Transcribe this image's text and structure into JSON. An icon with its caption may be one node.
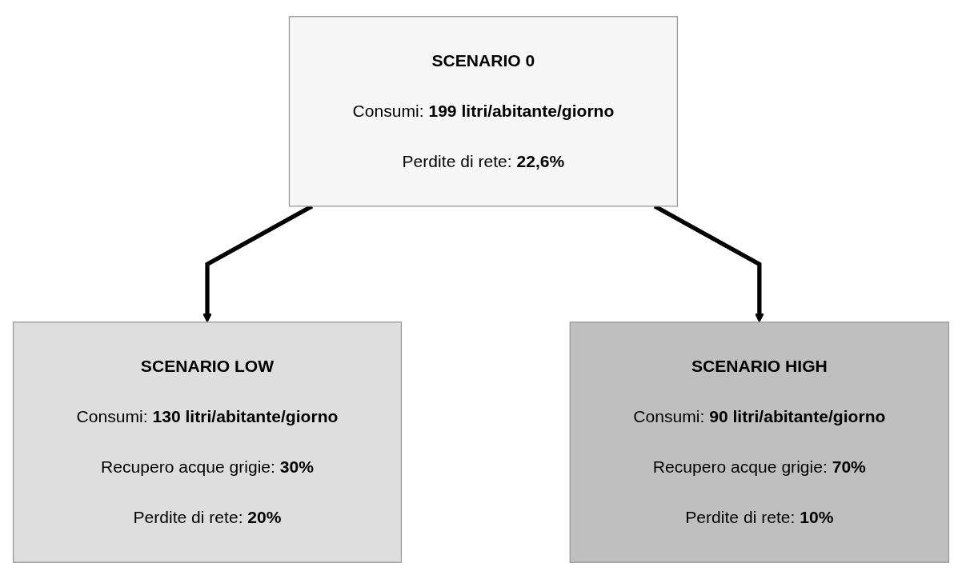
{
  "diagram": {
    "nodes": [
      {
        "text": [
          "SCENARIO 0",
          "Consumi: **199 litri/abitante/giorno**",
          "Perdite di rete: **22,6%**"
        ]
      },
      {
        "text": [
          "SCENARIO LOW",
          "Consumi: **130 litri/abitante/giorno**",
          "Recupero acque grigie: **30%**",
          "Perdite di rete: **20%**"
        ]
      },
      {
        "text": [
          "SCENARIO HIGH",
          "Consumi: **90 litri/abitante/giorno**",
          "Recupero acque grigie: **70%**",
          "Perdite di rete: **10%**"
        ]
      }
    ],
    "edges": [
      {
        "from": 0,
        "to": 1,
        "arrow": "to"
      },
      {
        "from": 0,
        "to": 2,
        "arrow": "to"
      }
    ]
  }
}
